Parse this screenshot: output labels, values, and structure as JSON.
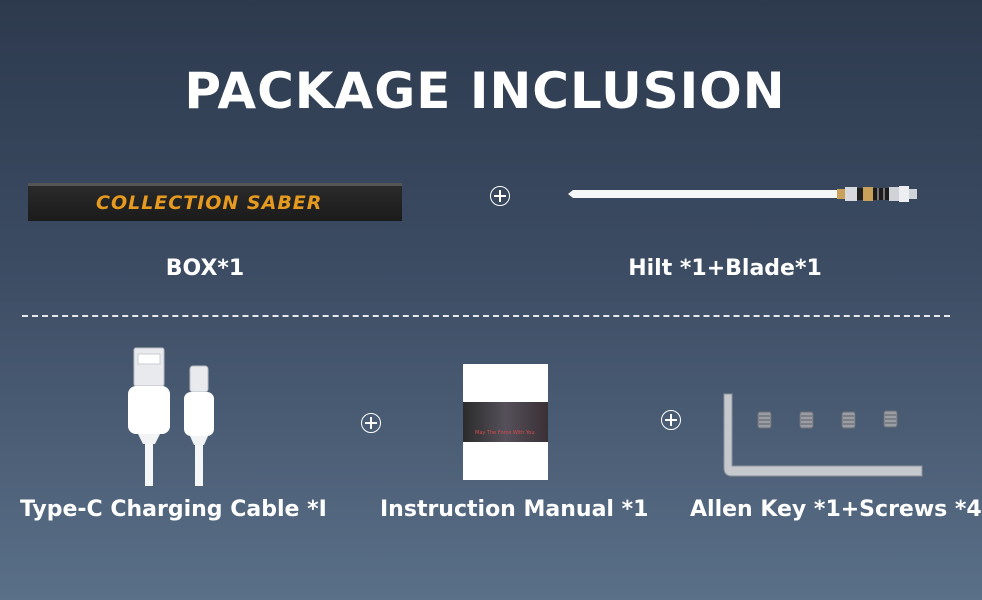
{
  "title": "PACKAGE INCLUSION",
  "items": [
    {
      "label": "BOX*1",
      "box_text": "COLLECTION SABER"
    },
    {
      "label": "Hilt *1+Blade*1"
    },
    {
      "label": "Type-C Charging Cable *I"
    },
    {
      "label": "Instruction Manual *1",
      "manual_text": "May The Force With You"
    },
    {
      "label": "Allen Key *1+Screws *4"
    }
  ],
  "colors": {
    "background_top": "#2d3a4e",
    "background_bottom": "#5a6f88",
    "box_text": "#e69a1f"
  },
  "icons": [
    "plus-circle-icon"
  ]
}
